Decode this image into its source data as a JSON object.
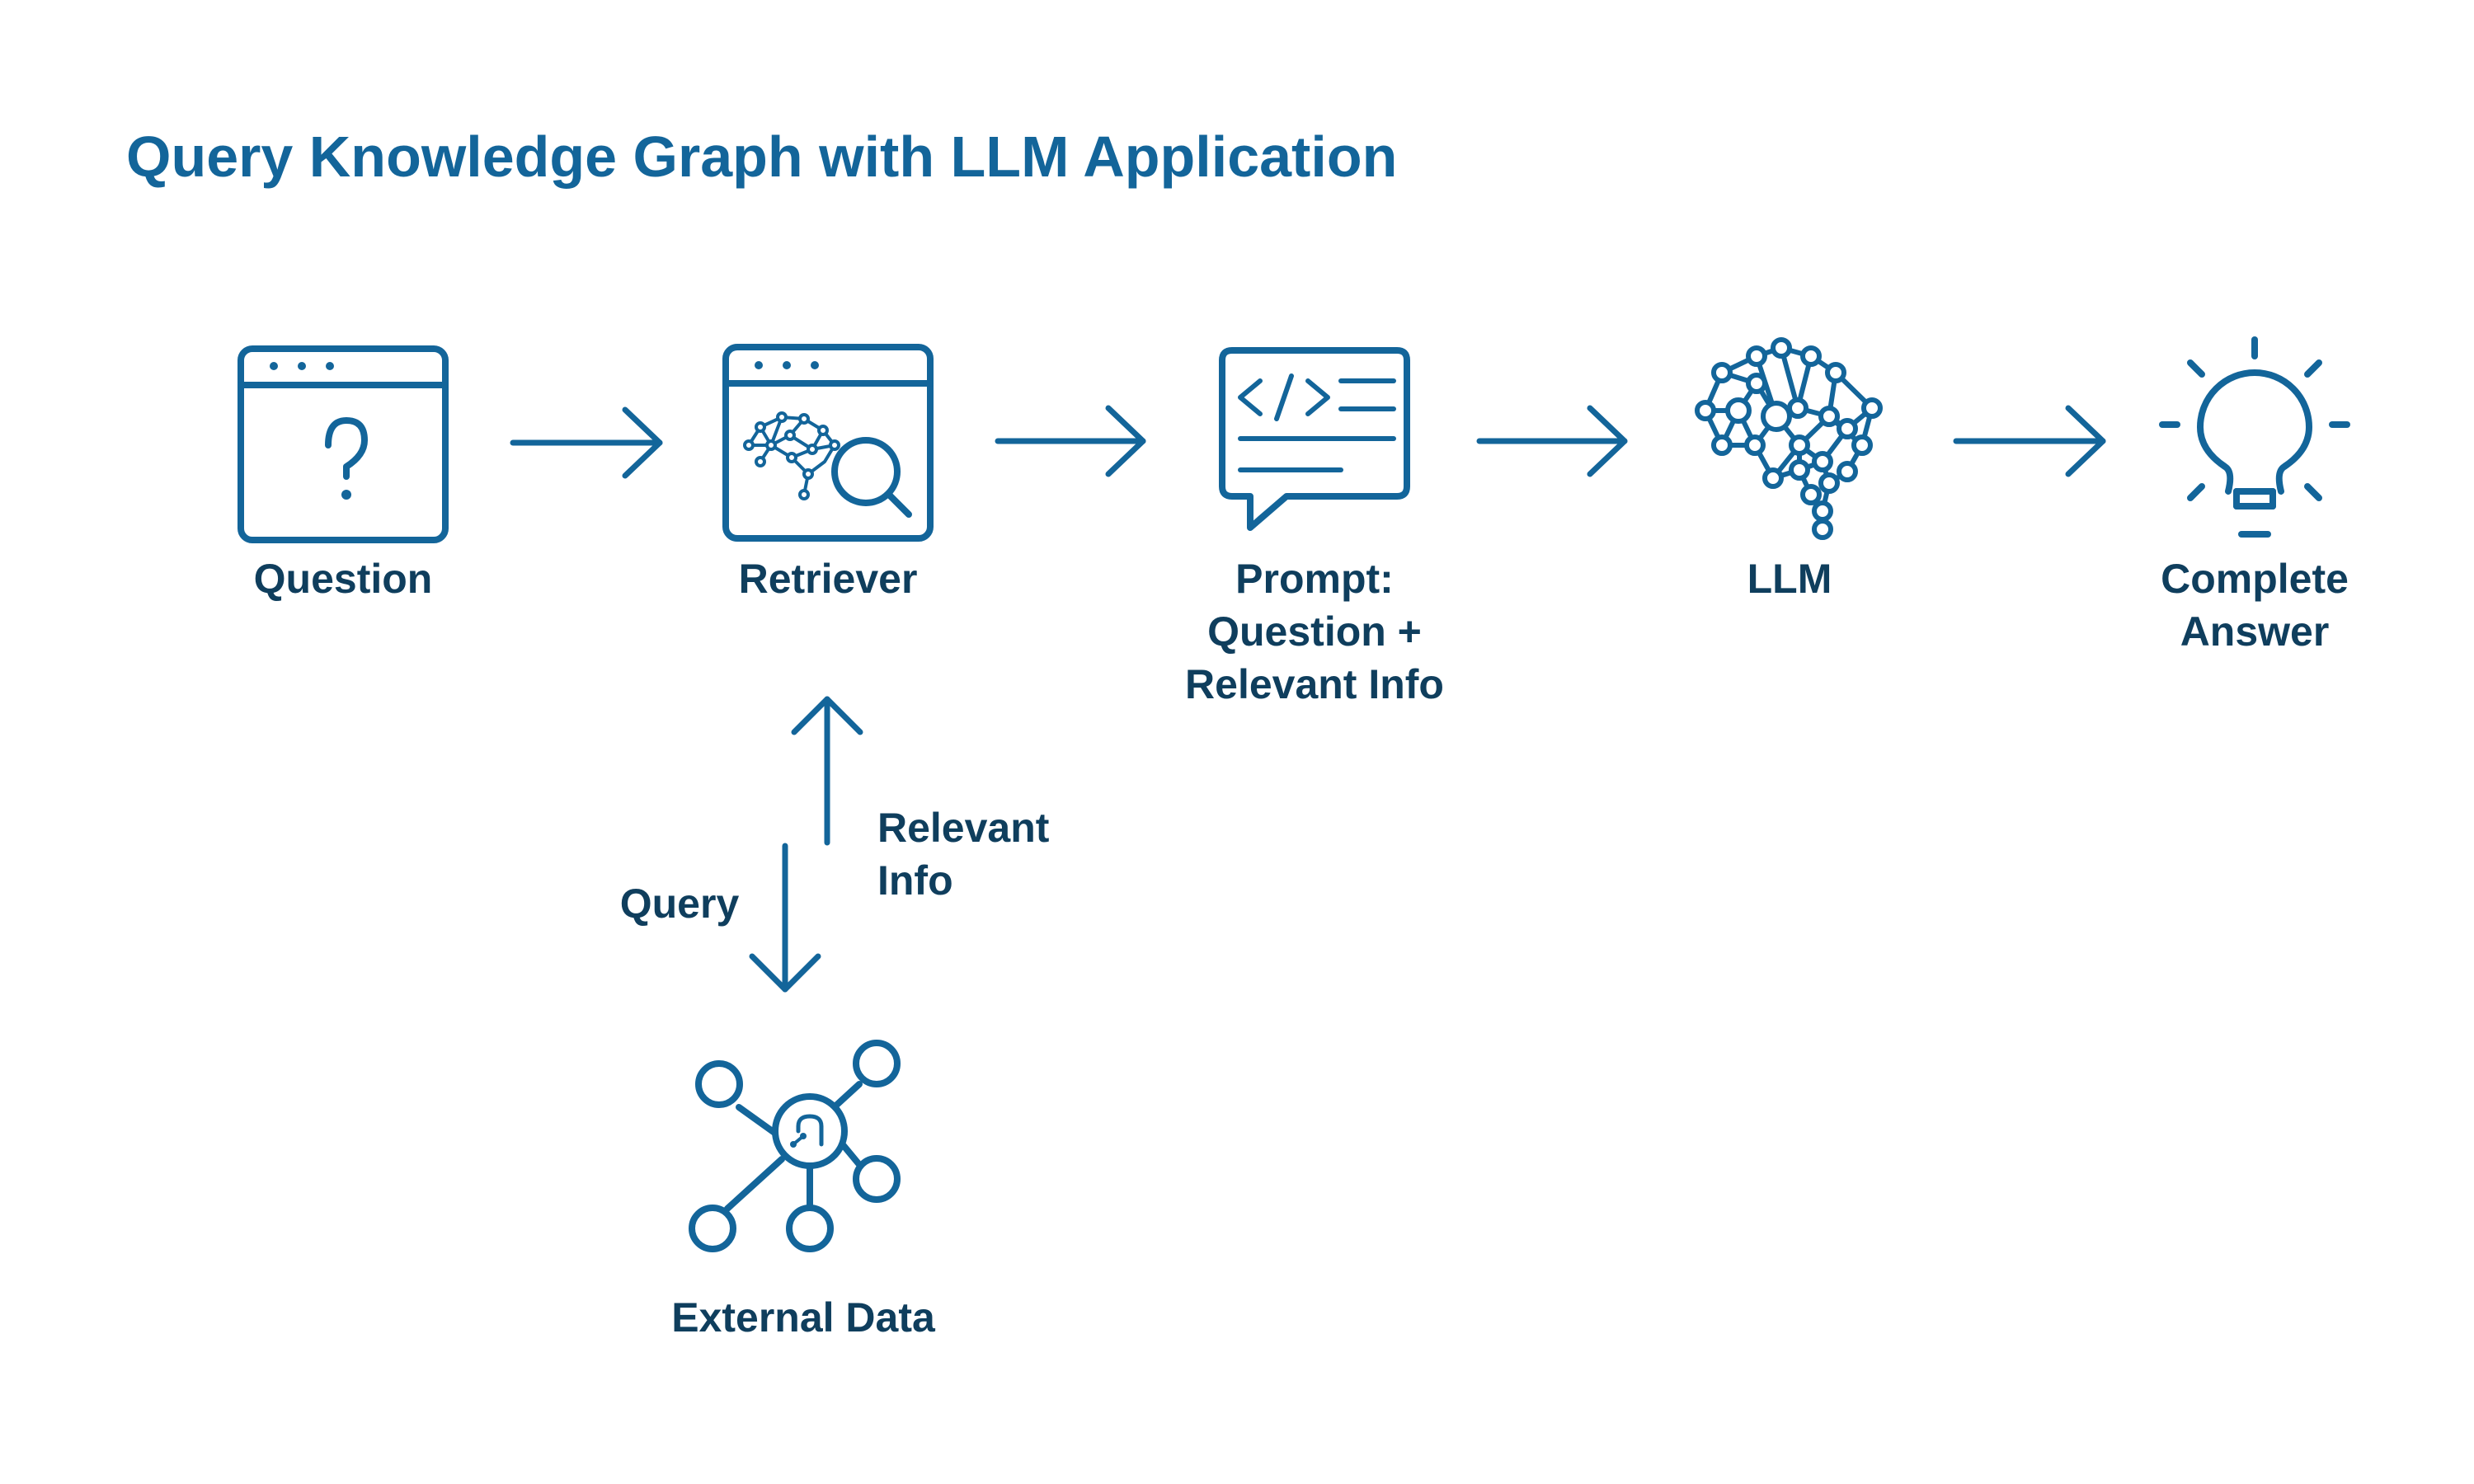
{
  "title": "Query Knowledge Graph with LLM Application",
  "colors": {
    "title": "#13659a",
    "line": "#13659a",
    "label": "#0f3e5d",
    "background": "#ffffff"
  },
  "nodes": {
    "question": {
      "label": "Question",
      "icon": "browser-question-icon"
    },
    "retriever": {
      "label": "Retriever",
      "icon": "browser-brain-search-icon"
    },
    "prompt": {
      "label_lines": [
        "Prompt:",
        "Question +",
        "Relevant Info"
      ],
      "icon": "code-chat-bubble-icon"
    },
    "llm": {
      "label": "LLM",
      "icon": "neural-brain-icon"
    },
    "answer": {
      "label_lines": [
        "Complete",
        "Answer"
      ],
      "icon": "lightbulb-icon"
    },
    "external": {
      "label": "External Data",
      "icon": "knowledge-graph-icon"
    }
  },
  "edges": {
    "query": {
      "label": "Query"
    },
    "relevant_info": {
      "label_lines": [
        "Relevant",
        "Info"
      ]
    }
  }
}
